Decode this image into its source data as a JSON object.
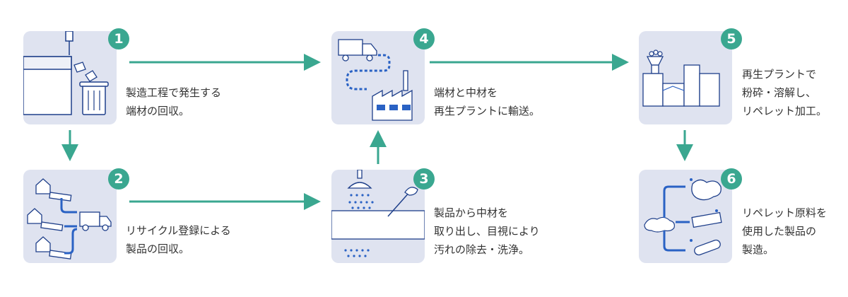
{
  "steps": [
    {
      "num": "1",
      "lines": [
        "製造工程で発生する",
        "端材の回収。"
      ]
    },
    {
      "num": "2",
      "lines": [
        "リサイクル登録による",
        "製品の回収。"
      ]
    },
    {
      "num": "3",
      "lines": [
        "製品から中材を",
        "取り出し、目視により",
        "汚れの除去・洗浄。"
      ]
    },
    {
      "num": "4",
      "lines": [
        "端材と中材を",
        "再生プラントに輸送。"
      ]
    },
    {
      "num": "5",
      "lines": [
        "再生プラントで",
        "粉砕・溶解し、",
        "リペレット加工。"
      ]
    },
    {
      "num": "6",
      "lines": [
        "リペレット原料を",
        "使用した製品の",
        "製造。"
      ]
    }
  ],
  "colors": {
    "accent": "#3aa790",
    "card": "#dfe3f0",
    "ink": "#1e3f8a"
  }
}
